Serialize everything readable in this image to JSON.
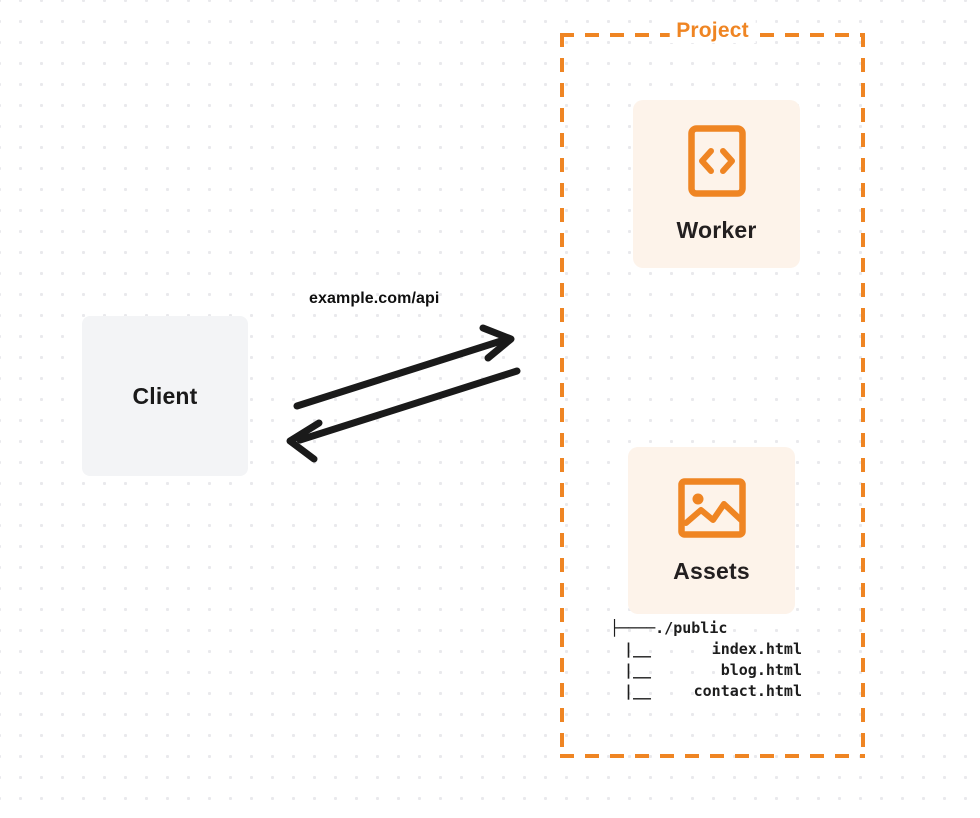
{
  "diagram": {
    "title": "Project",
    "client": {
      "label": "Client",
      "icon": "client-box"
    },
    "connection": {
      "request_label": "example.com/api",
      "request_icon": "arrow-right",
      "response_icon": "arrow-left"
    },
    "services": [
      {
        "id": "worker",
        "label": "Worker",
        "icon": "code-brackets-icon"
      },
      {
        "id": "assets",
        "label": "Assets",
        "icon": "image-icon"
      }
    ],
    "file_tree": {
      "root": {
        "branch": "├────",
        "name": "./public"
      },
      "children": [
        {
          "branch": "|__",
          "name": "index.html"
        },
        {
          "branch": "|__",
          "name": "blog.html"
        },
        {
          "branch": "|__",
          "name": "contact.html"
        }
      ]
    }
  },
  "colors": {
    "accent": "#ef8523",
    "card_bg": "#fdf3ea",
    "client_bg": "#f3f4f6",
    "text_dark": "#231f20",
    "grid_dot": "#e9e9ec"
  }
}
